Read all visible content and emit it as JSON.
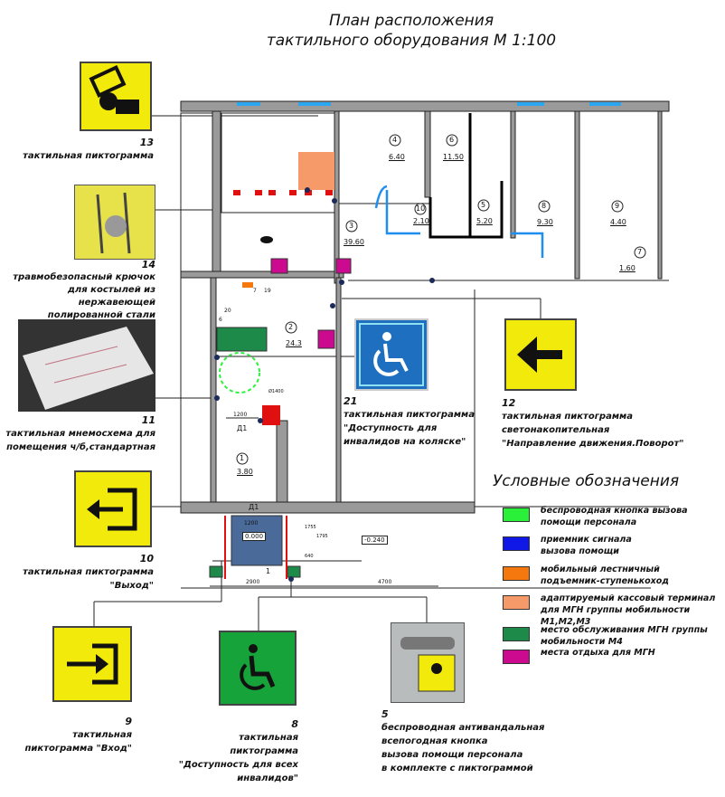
{
  "title": {
    "line1": "План расположения",
    "line2": "тактильного оборудования М 1:100"
  },
  "rooms": [
    {
      "num": "1",
      "area": "3.80"
    },
    {
      "num": "2",
      "area": "24.3"
    },
    {
      "num": "3",
      "area": "39.60"
    },
    {
      "num": "4",
      "area": "6.40"
    },
    {
      "num": "5",
      "area": "5.20"
    },
    {
      "num": "6",
      "area": "11.50"
    },
    {
      "num": "7",
      "area": "1.60"
    },
    {
      "num": "8",
      "area": "9.30"
    },
    {
      "num": "9",
      "area": "4.40"
    },
    {
      "num": "10",
      "area": "2.10"
    }
  ],
  "plan_labels": {
    "door1": "Д1",
    "door2": "Д1",
    "dim_1200a": "1200",
    "dim_1200b": "1200",
    "level_0": "0.000",
    "level_neg": "-0.240",
    "dim_2900": "2900",
    "dim_4700": "4700",
    "dim_1795": "1795",
    "dim_1755": "1755",
    "dim_640": "640",
    "ramp": "1",
    "mark7": "7",
    "mark19": "19",
    "mark20": "20",
    "mark6": "6",
    "diam": "Ø1400"
  },
  "items": [
    {
      "num": "13",
      "lines": [
        "тактильная пиктограмма"
      ]
    },
    {
      "num": "14",
      "lines": [
        "травмобезопасный крючок",
        "для костылей из нержавеющей",
        "полированной стали"
      ]
    },
    {
      "num": "11",
      "lines": [
        "тактильная мнемосхема для",
        "помещения ч/б,стандартная"
      ]
    },
    {
      "num": "10",
      "lines": [
        "тактильная пиктограмма \"Выход\""
      ]
    },
    {
      "num": "9",
      "lines": [
        "тактильная",
        "пиктограмма \"Вход\""
      ]
    },
    {
      "num": "8",
      "lines": [
        "тактильная",
        "пиктограмма",
        "\"Доступность для всех",
        "инвалидов\""
      ]
    },
    {
      "num": "5",
      "lines": [
        "беспроводная  антивандальная",
        "всепогодная кнопка",
        "вызова помощи персонала",
        "в комплекте с пиктограммой"
      ]
    },
    {
      "num": "21",
      "lines": [
        "тактильная пиктограмма",
        "\"Доступность для",
        "инвалидов на коляске\""
      ]
    },
    {
      "num": "12",
      "lines": [
        "тактильная пиктограмма",
        "светонакопительная",
        "\"Направление движения.Поворот\""
      ]
    }
  ],
  "legend": {
    "title": "Условные обозначения",
    "entries": [
      {
        "color": "#2af03a",
        "lines": [
          "беспроводная кнопка вызова",
          "помощи персонала"
        ]
      },
      {
        "color": "#1018e8",
        "lines": [
          "приемник сигнала",
          "вызова помощи"
        ]
      },
      {
        "color": "#f5780f",
        "lines": [
          "мобильный  лестничный",
          "подъемник-ступенькоход"
        ]
      },
      {
        "color": "#f79a6a",
        "lines": [
          "адаптируемый кассовый терминал",
          "для МГН  группы мобильности М1,М2,М3"
        ]
      },
      {
        "color": "#1e8a4a",
        "lines": [
          "место обслуживания МГН группы",
          "мобильности М4"
        ]
      },
      {
        "color": "#cc0a90",
        "lines": [
          "места отдыха для МГН"
        ]
      }
    ]
  },
  "colors": {
    "yellow": "#f2ea0a",
    "blue_sign": "#1f6fc0",
    "green_sign": "#16a33a",
    "wall": "#9a9a9a",
    "window": "#2aa7f0"
  }
}
